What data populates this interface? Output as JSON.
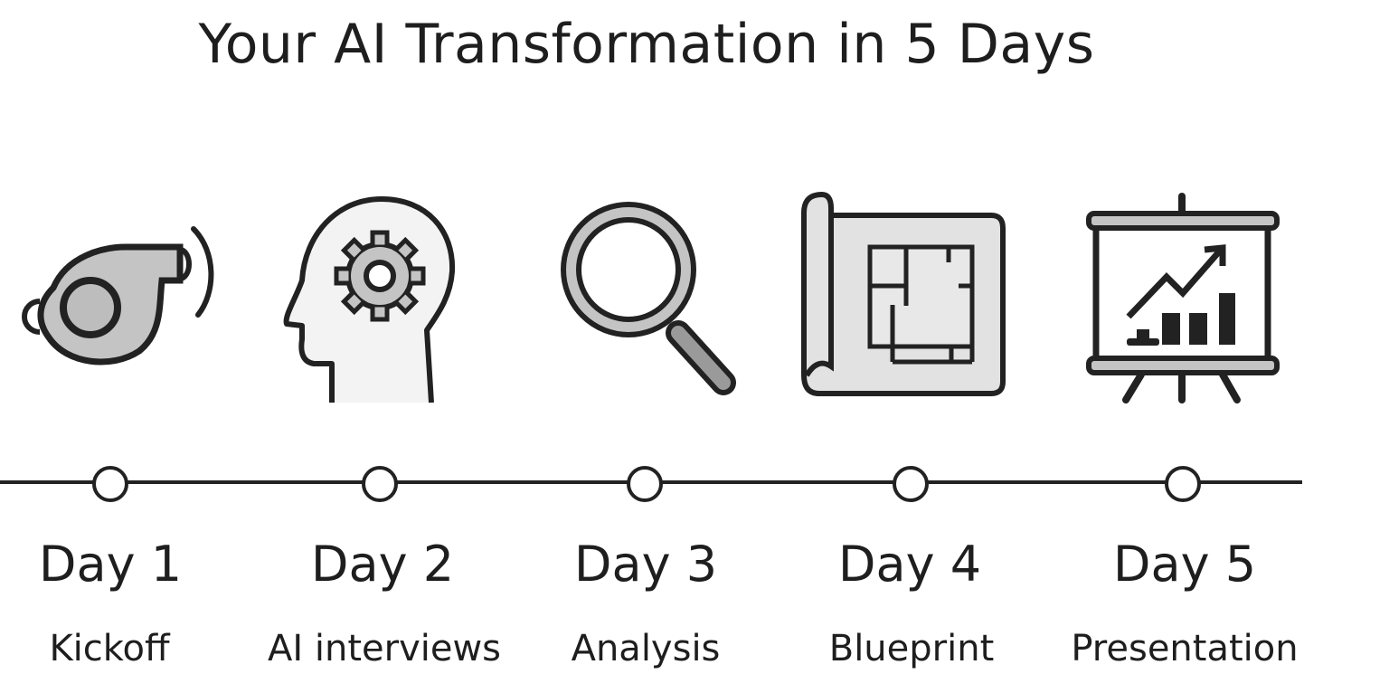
{
  "title": "Your AI Transformation in 5 Days",
  "steps": [
    {
      "day": "Day 1",
      "label": "Kickoff",
      "icon": "whistle-icon"
    },
    {
      "day": "Day 2",
      "label": "AI interviews",
      "icon": "head-gear-icon"
    },
    {
      "day": "Day 3",
      "label": "Analysis",
      "icon": "magnifying-glass-icon"
    },
    {
      "day": "Day 4",
      "label": "Blueprint",
      "icon": "blueprint-icon"
    },
    {
      "day": "Day 5",
      "label": "Presentation",
      "icon": "presentation-board-icon"
    }
  ],
  "colors": {
    "stroke": "#222222",
    "fill": "#c4c4c4",
    "light_fill": "#ececec"
  }
}
